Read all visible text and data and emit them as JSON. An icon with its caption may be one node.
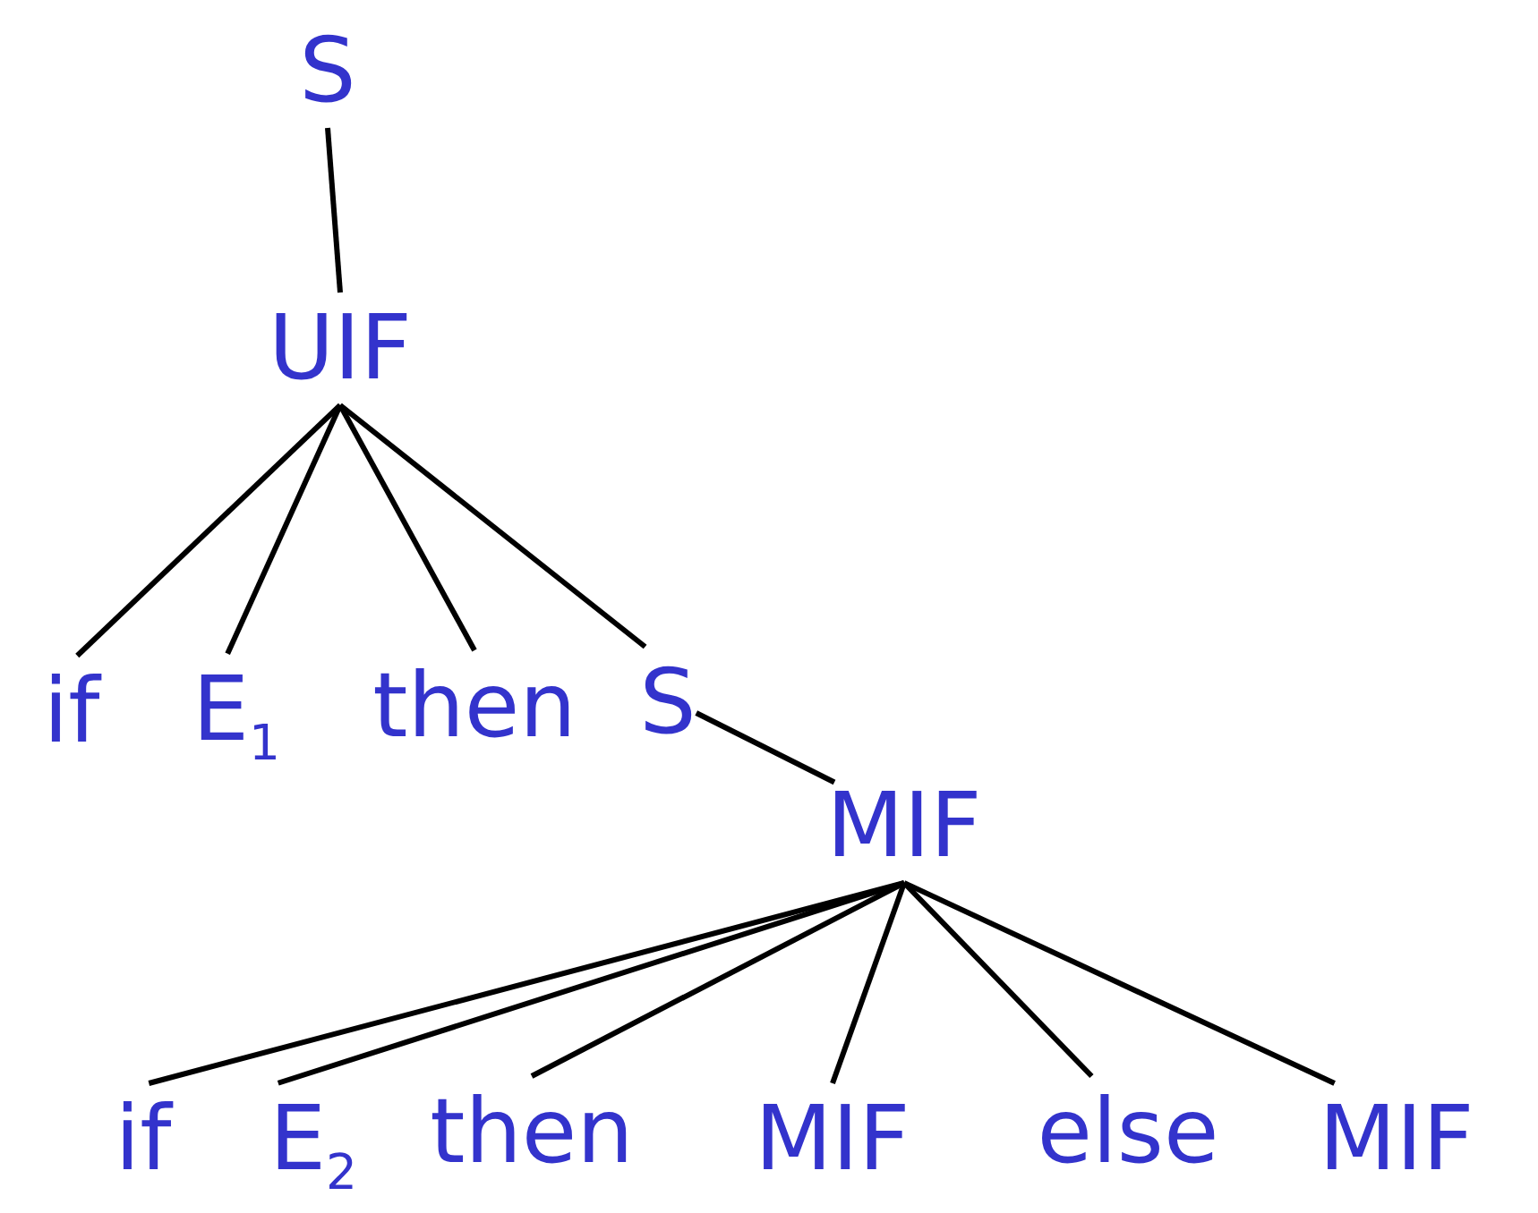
{
  "diagram": {
    "nodes": [
      {
        "text": [
          "S"
        ]
      },
      {
        "text": [
          "UIF"
        ]
      },
      {
        "text": [
          "if"
        ]
      },
      {
        "text": [
          "E$_{1}$"
        ]
      },
      {
        "text": [
          "then"
        ]
      },
      {
        "text": [
          "S"
        ]
      },
      {
        "text": [
          "MIF"
        ]
      },
      {
        "text": [
          "if"
        ]
      },
      {
        "text": [
          "E$_{2}$"
        ]
      },
      {
        "text": [
          "then"
        ]
      },
      {
        "text": [
          "MIF"
        ]
      },
      {
        "text": [
          "else"
        ]
      },
      {
        "text": [
          "MIF"
        ]
      }
    ],
    "edges": [
      {
        "from": 0,
        "to": 1,
        "arrow": "none"
      },
      {
        "from": 1,
        "to": 2,
        "arrow": "none"
      },
      {
        "from": 1,
        "to": 3,
        "arrow": "none"
      },
      {
        "from": 1,
        "to": 4,
        "arrow": "none"
      },
      {
        "from": 1,
        "to": 5,
        "arrow": "none"
      },
      {
        "from": 5,
        "to": 6,
        "arrow": "none"
      },
      {
        "from": 6,
        "to": 7,
        "arrow": "none"
      },
      {
        "from": 6,
        "to": 8,
        "arrow": "none"
      },
      {
        "from": 6,
        "to": 9,
        "arrow": "none"
      },
      {
        "from": 6,
        "to": 10,
        "arrow": "none"
      },
      {
        "from": 6,
        "to": 11,
        "arrow": "none"
      },
      {
        "from": 6,
        "to": 12,
        "arrow": "none"
      }
    ]
  }
}
